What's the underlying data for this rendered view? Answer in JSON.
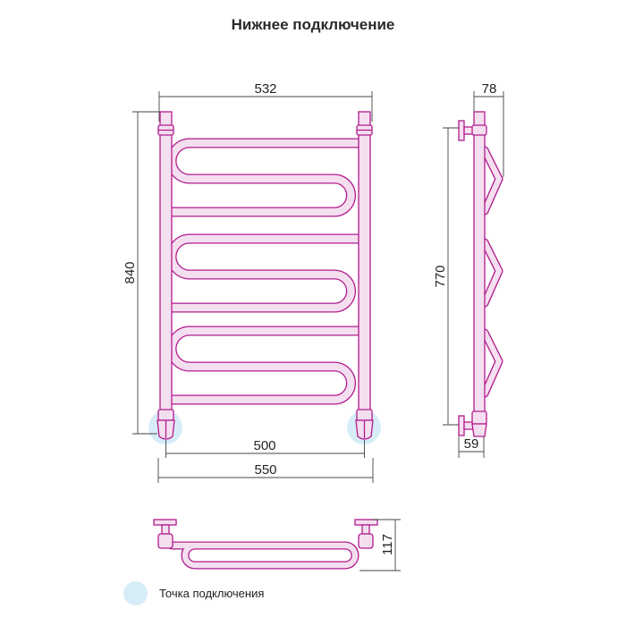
{
  "title": "Нижнее подключение",
  "dimensions": {
    "front_width_top": "532",
    "front_height": "840",
    "axis_distance": "500",
    "overall_width": "550",
    "side_depth": "78",
    "side_height": "770",
    "side_offset": "59",
    "bottom_depth": "117"
  },
  "legend": {
    "label": "Точка подключения"
  },
  "colors": {
    "pipe_stroke": "#b21b8c",
    "pipe_fill": "#f4dff0",
    "dimension_line": "#444444",
    "connection_point": "#d6edf8"
  }
}
